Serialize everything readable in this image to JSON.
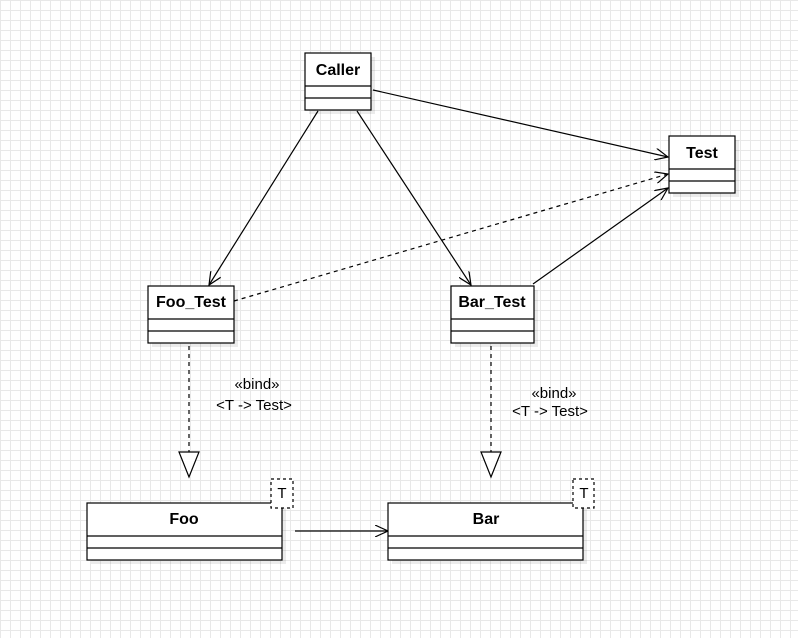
{
  "classes": {
    "caller": {
      "name": "Caller"
    },
    "test": {
      "name": "Test"
    },
    "foo_test": {
      "name": "Foo_Test"
    },
    "bar_test": {
      "name": "Bar_Test"
    },
    "foo": {
      "name": "Foo",
      "template_param": "T"
    },
    "bar": {
      "name": "Bar",
      "template_param": "T"
    }
  },
  "relations": {
    "bind_foo": {
      "stereotype": "«bind»",
      "binding": "<T -> Test>"
    },
    "bind_bar": {
      "stereotype": "«bind»",
      "binding": "<T -> Test>"
    }
  }
}
